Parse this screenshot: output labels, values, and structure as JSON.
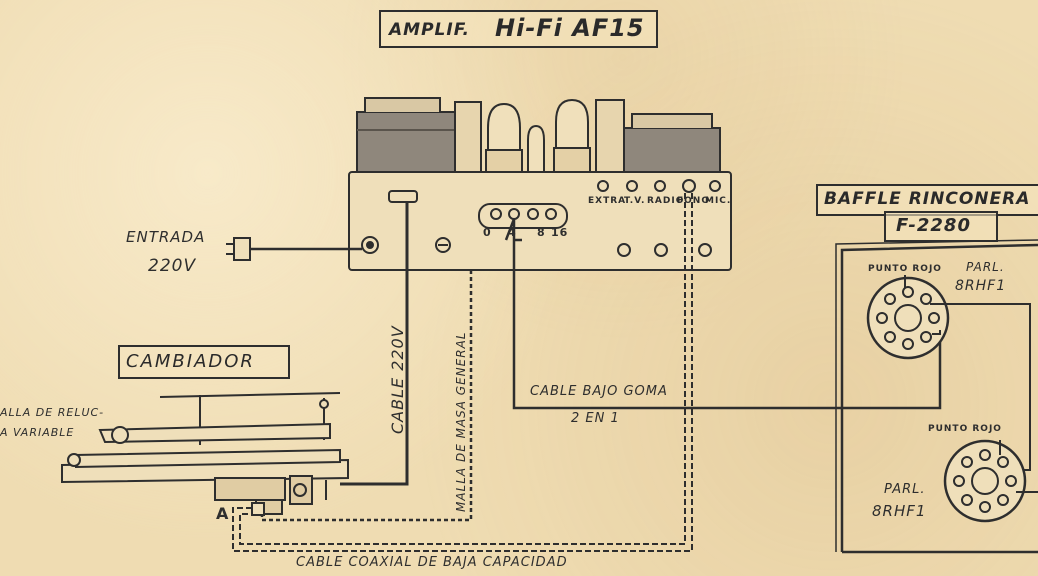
{
  "title": {
    "prefix": "AMPLIF.",
    "model": "Hi-Fi  AF15"
  },
  "amplifier": {
    "inputs": [
      "EXTRA",
      "T.V.",
      "RADIO",
      "FONO",
      "MIC."
    ],
    "impedance_taps": [
      "0",
      "4",
      "8",
      "16"
    ]
  },
  "mains_input": {
    "line1": "ENTRADA",
    "line2": "220V"
  },
  "changer": {
    "title": "CAMBIADOR",
    "note_line1": "ALLA DE RELUC-",
    "note_line2": "A VARIABLE",
    "point_label": "A"
  },
  "cables": {
    "mains": "CABLE 220V",
    "ground": "MALLA DE MASA GENERAL",
    "speaker_line1": "CABLE BAJO GOMA",
    "speaker_line2": "2 EN 1",
    "coax": "CABLE COAXIAL DE BAJA CAPACIDAD"
  },
  "baffle": {
    "title_line1": "BAFFLE RINCONERA",
    "title_line2": "F-2280",
    "speaker1": {
      "dot_label": "PUNTO ROJO",
      "type_line1": "PARL.",
      "type_line2": "8RHF1"
    },
    "speaker2": {
      "dot_label": "PUNTO ROJO",
      "type_line1": "PARL.",
      "type_line2": "8RHF1"
    }
  }
}
